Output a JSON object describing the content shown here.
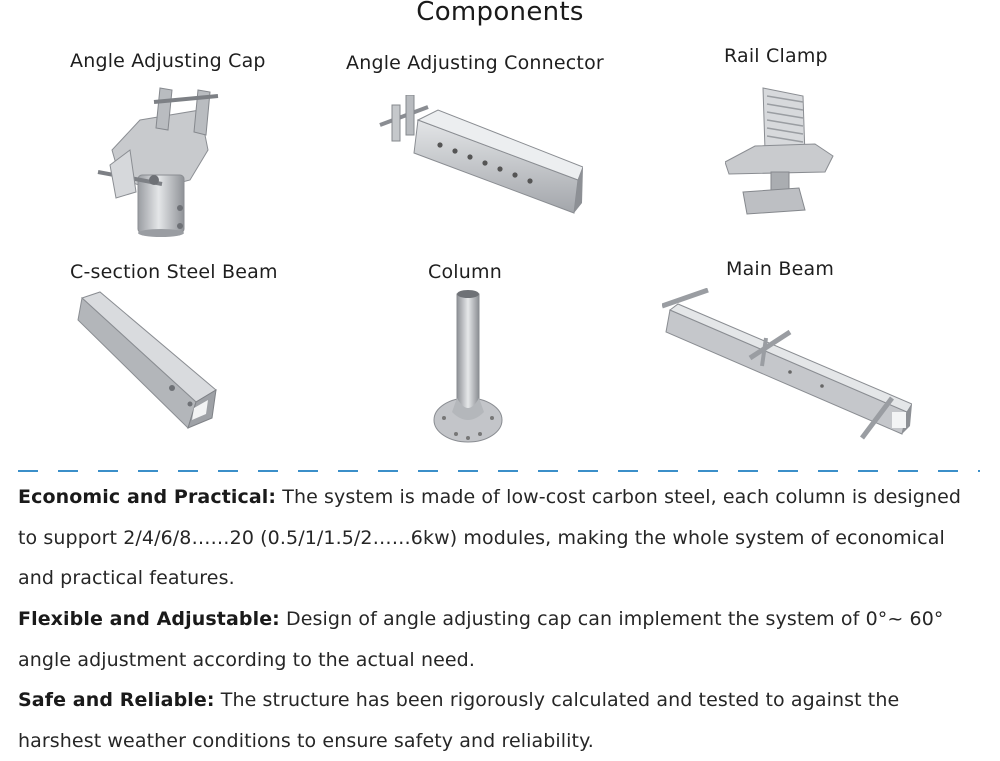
{
  "page": {
    "title": "Components"
  },
  "components": [
    {
      "label": "Angle Adjusting Cap",
      "icon": "angle-adjusting-cap-image"
    },
    {
      "label": "Angle Adjusting Connector",
      "icon": "angle-adjusting-connector-image"
    },
    {
      "label": "Rail Clamp",
      "icon": "rail-clamp-image"
    },
    {
      "label": "C-section Steel Beam",
      "icon": "c-section-steel-beam-image"
    },
    {
      "label": "Column",
      "icon": "column-image"
    },
    {
      "label": "Main Beam",
      "icon": "main-beam-image"
    }
  ],
  "divider_color": "#3b8fc9",
  "features": [
    {
      "heading": "Economic and Practical:",
      "text": " The system is made of low-cost carbon steel, each column is designed to support 2/4/6/8……20 (0.5/1/1.5/2……6kw) modules, making the whole system of economical and practical features."
    },
    {
      "heading": "Flexible and Adjustable:",
      "text": " Design of angle adjusting cap can implement the system of 0°~ 60° angle adjustment according to the actual need."
    },
    {
      "heading": "Safe and Reliable:",
      "text": " The structure has been rigorously calculated and tested to against the harshest weather conditions to ensure safety and reliability."
    }
  ]
}
